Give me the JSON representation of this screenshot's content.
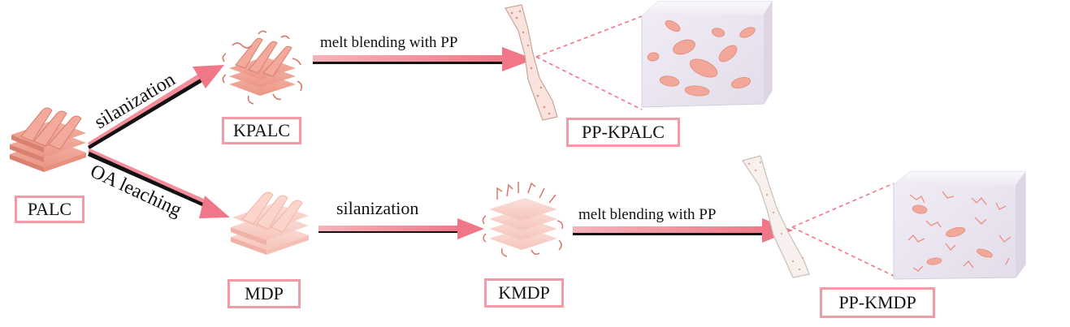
{
  "colors": {
    "box_border": "#f29aa6",
    "arrow_pink": "#f58c9a",
    "arrow_dark": "#111111",
    "particle": "#f3a99b",
    "particle_dark": "#e27c6c",
    "cube_face": "#e9e4ef"
  },
  "materials": {
    "palc": "PALC",
    "kpalc": "KPALC",
    "mdp": "MDP",
    "kmdp": "KMDP",
    "pp_kpalc": "PP-KPALC",
    "pp_kmdp": "PP-KMDP"
  },
  "steps": {
    "silanization_top": "silanization",
    "oa_leaching": "OA leaching",
    "melt_top": "melt blending with PP",
    "silanization_bottom": "silanization",
    "melt_bottom": "melt blending with PP"
  },
  "icons": {
    "palc": "stacked-sheets-with-rods-icon",
    "kpalc": "silane-grafted-sheets-icon",
    "mdp": "leached-sheets-icon",
    "kmdp": "silane-grafted-leached-sheets-icon",
    "specimen": "dogbone-tensile-specimen-icon",
    "cube": "composite-cube-icon"
  }
}
